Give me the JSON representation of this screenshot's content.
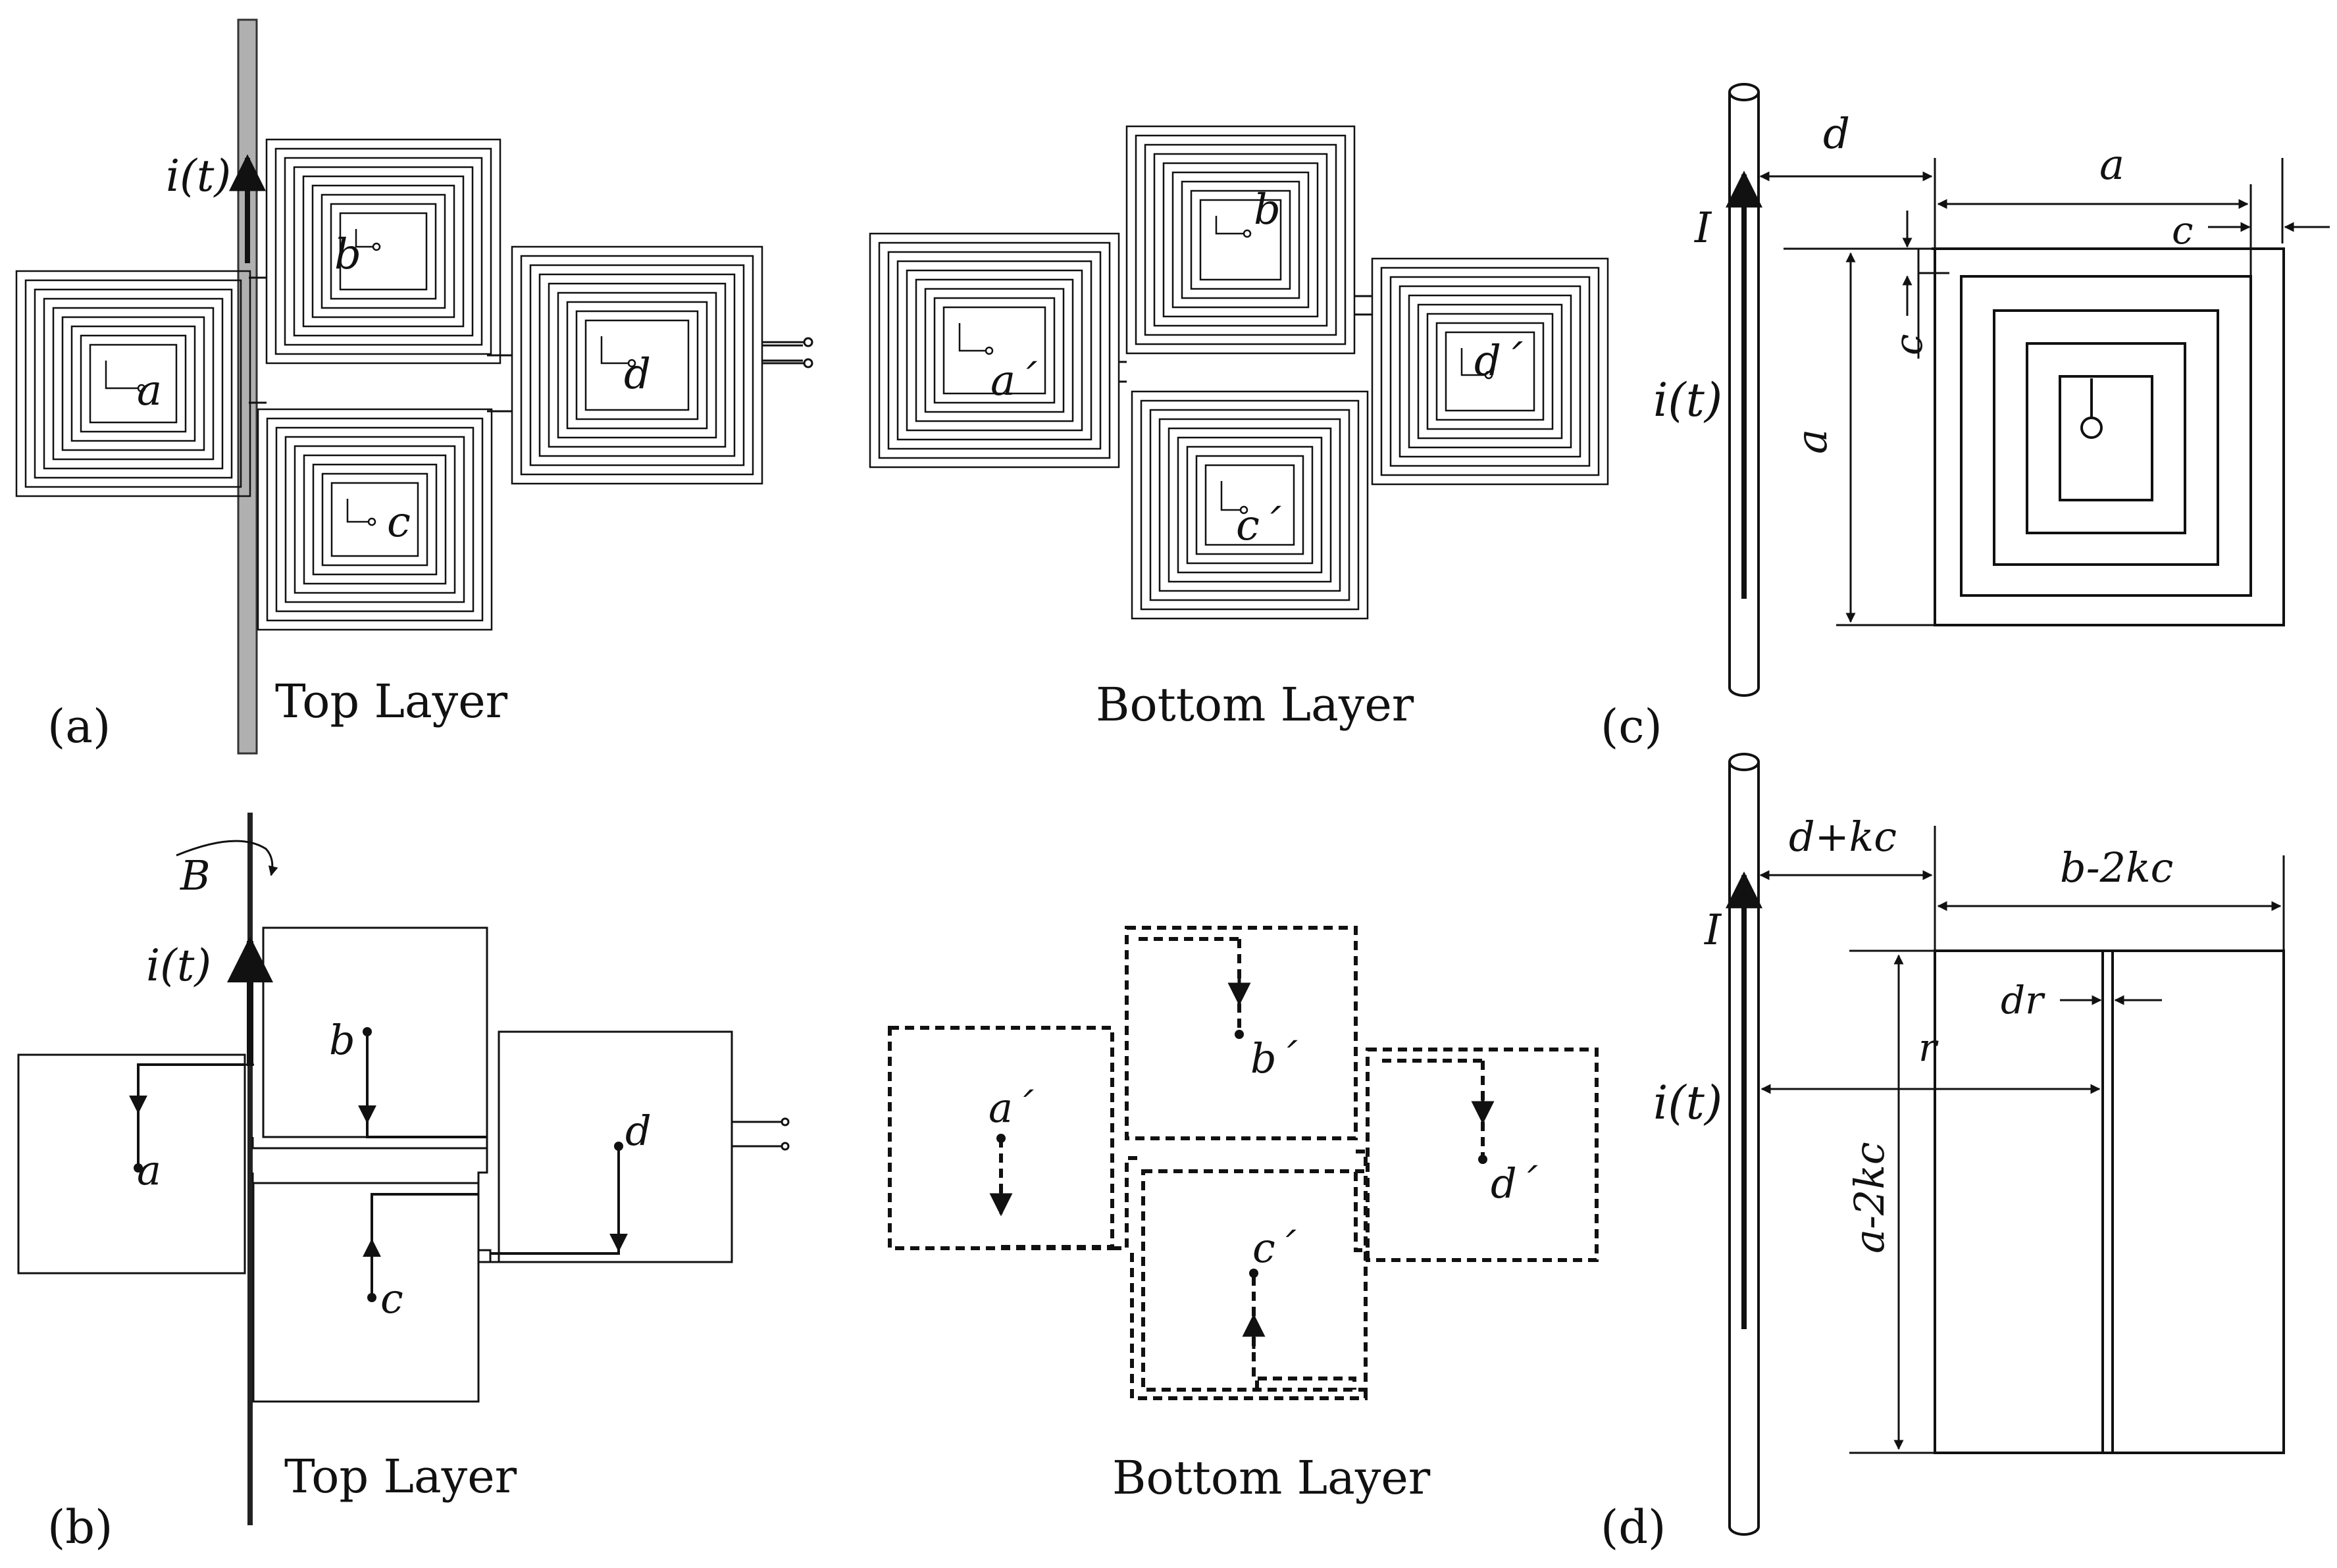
{
  "panels": {
    "a": {
      "tag": "(a)",
      "layer": "Top Layer",
      "coils": [
        "a",
        "b",
        "c",
        "d"
      ],
      "current": "i(t)"
    },
    "a_bottom": {
      "layer": "Bottom Layer",
      "coils": [
        "a´",
        "b",
        "c´",
        "d´"
      ]
    },
    "b": {
      "tag": "(b)",
      "layer": "Top Layer",
      "field": "B",
      "current": "i(t)",
      "coils": [
        "a",
        "b",
        "c",
        "d"
      ]
    },
    "b_bottom": {
      "layer": "Bottom Layer",
      "coils": [
        "a´",
        "b´",
        "c´",
        "d´"
      ]
    },
    "c": {
      "tag": "(c)",
      "current_big": "I",
      "current": "i(t)",
      "dims": [
        "d",
        "a",
        "c",
        "c",
        "a"
      ]
    },
    "d": {
      "tag": "(d)",
      "current_big": "I",
      "current": "i(t)",
      "dims": [
        "d+kc",
        "b-2kc",
        "dr",
        "r",
        "a-2kc"
      ]
    }
  }
}
